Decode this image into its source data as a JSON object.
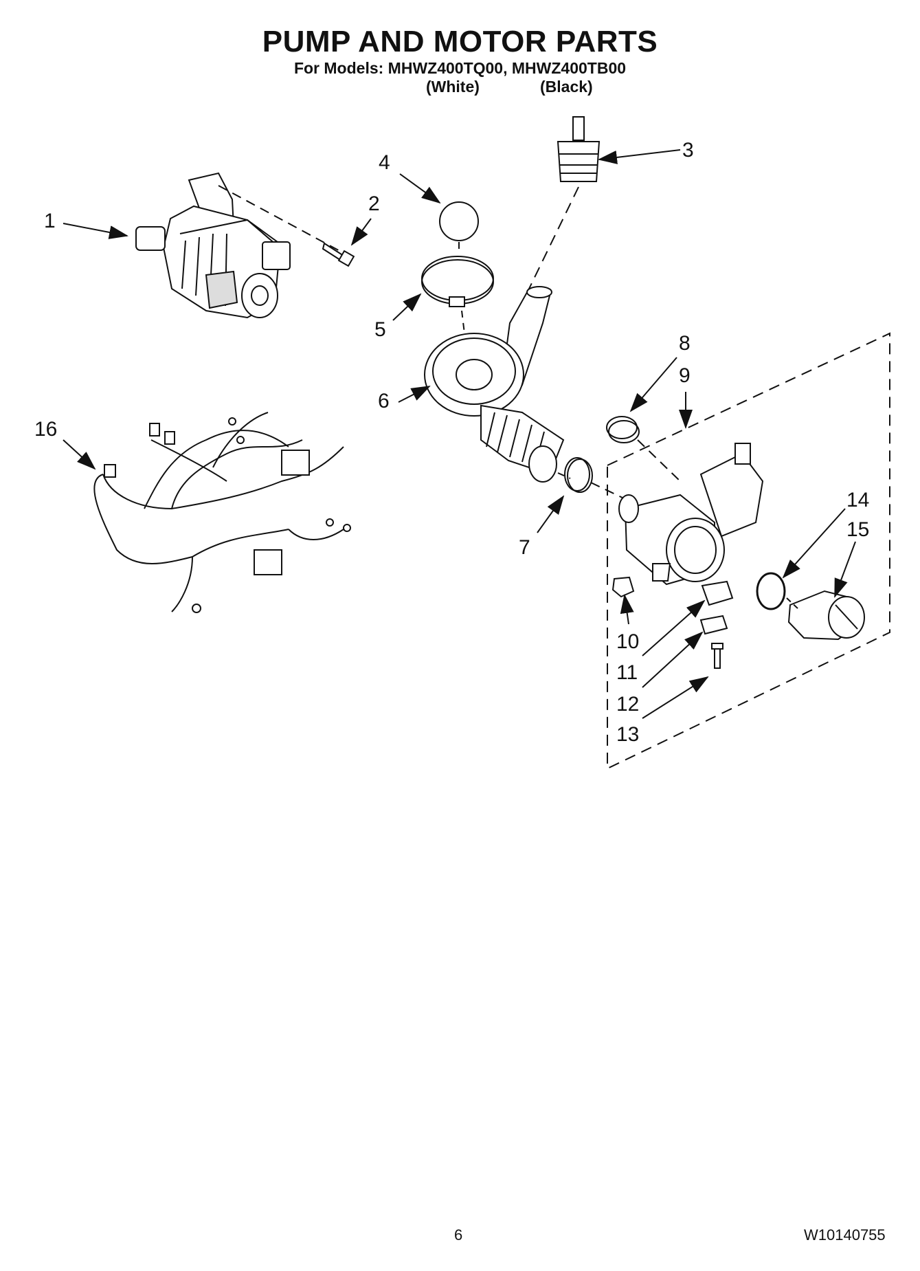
{
  "header": {
    "title": "PUMP AND MOTOR PARTS",
    "models_line": "For Models: MHWZ400TQ00, MHWZ400TB00",
    "variant_white": "(White)",
    "variant_black": "(Black)"
  },
  "callouts": [
    "1",
    "2",
    "3",
    "4",
    "5",
    "6",
    "7",
    "8",
    "9",
    "10",
    "11",
    "12",
    "13",
    "14",
    "15",
    "16"
  ],
  "footer": {
    "page_number": "6",
    "document_number": "W10140755"
  }
}
